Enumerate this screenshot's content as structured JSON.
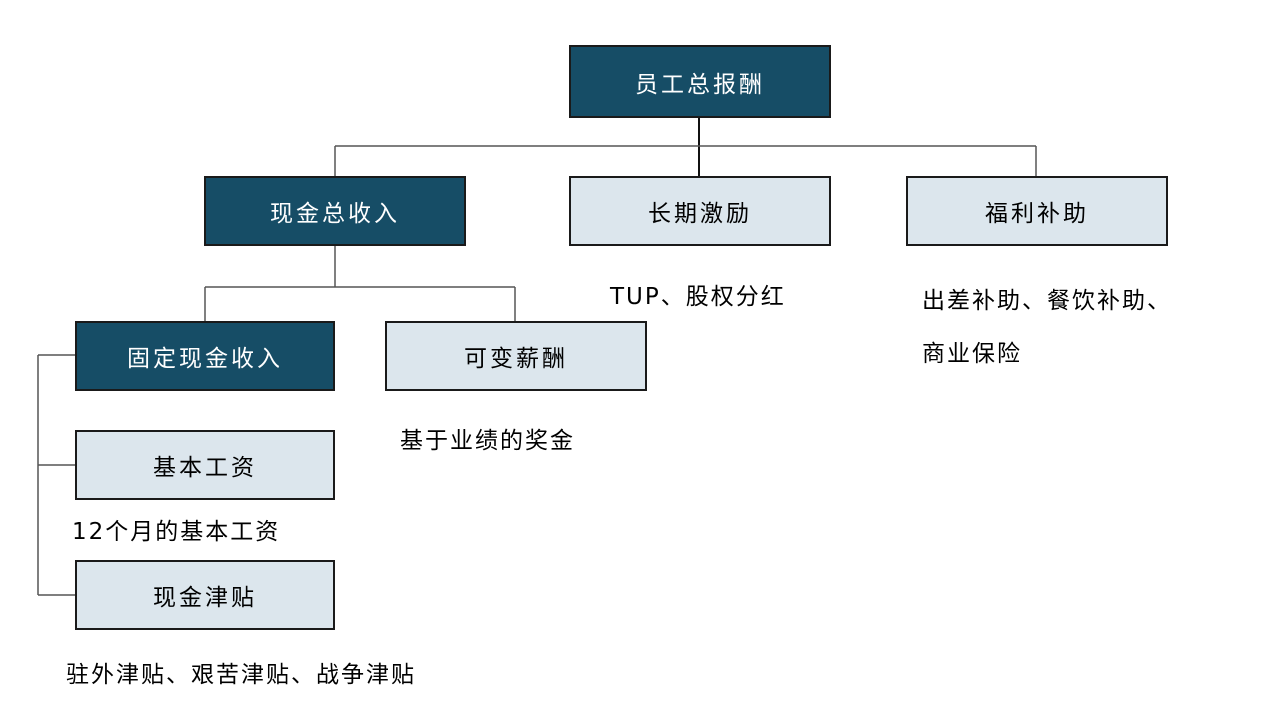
{
  "diagram": {
    "root": {
      "label": "员工总报酬"
    },
    "cash_total": {
      "label": "现金总收入"
    },
    "long_term": {
      "label": "长期激励",
      "note": "TUP、股权分红"
    },
    "benefits": {
      "label": "福利补助",
      "note_line1": "出差补助、餐饮补助、",
      "note_line2": "商业保险"
    },
    "fixed_cash": {
      "label": "固定现金收入"
    },
    "variable_pay": {
      "label": "可变薪酬",
      "note": "基于业绩的奖金"
    },
    "base_salary": {
      "label": "基本工资",
      "note": "12个月的基本工资"
    },
    "cash_allowance": {
      "label": "现金津贴",
      "note": "驻外津贴、艰苦津贴、战争津贴"
    }
  },
  "colors": {
    "dark_box": "#164d66",
    "light_box": "#dce6ed",
    "connector": "#555555"
  }
}
